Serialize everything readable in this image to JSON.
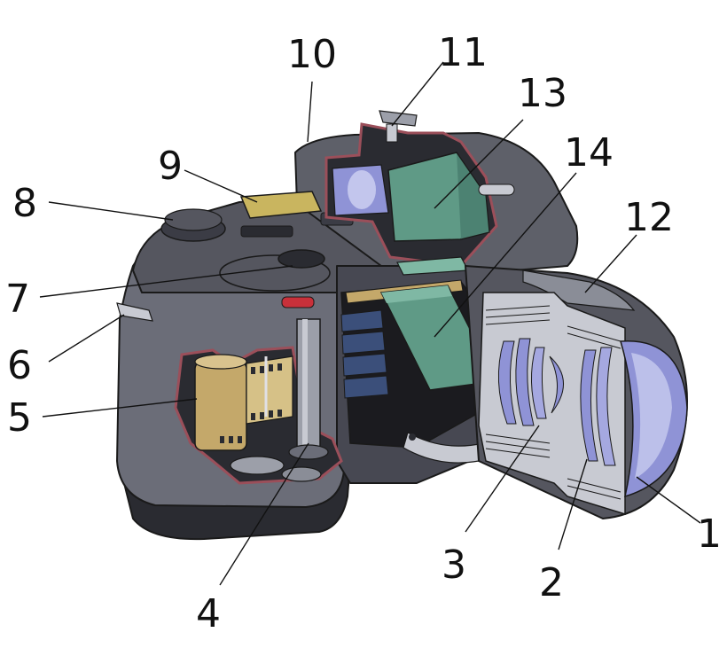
{
  "colors": {
    "body_dark": "#3b3c45",
    "body_mid": "#6b6d78",
    "body_light": "#9c9fa9",
    "cutaway_edge": "#9b4f5a",
    "glass": "#8f93d6",
    "glass_light": "#cfd3f2",
    "film": "#c4a86a",
    "mirror_green": "#5f9a86",
    "interior_black": "#1b1b1f",
    "red_accent": "#c8303a"
  },
  "callouts": [
    {
      "id": "1",
      "label": "1"
    },
    {
      "id": "2",
      "label": "2"
    },
    {
      "id": "3",
      "label": "3"
    },
    {
      "id": "4",
      "label": "4"
    },
    {
      "id": "5",
      "label": "5"
    },
    {
      "id": "6",
      "label": "6"
    },
    {
      "id": "7",
      "label": "7"
    },
    {
      "id": "8",
      "label": "8"
    },
    {
      "id": "9",
      "label": "9"
    },
    {
      "id": "10",
      "label": "10"
    },
    {
      "id": "11",
      "label": "11"
    },
    {
      "id": "12",
      "label": "12"
    },
    {
      "id": "13",
      "label": "13"
    },
    {
      "id": "14",
      "label": "14"
    }
  ]
}
